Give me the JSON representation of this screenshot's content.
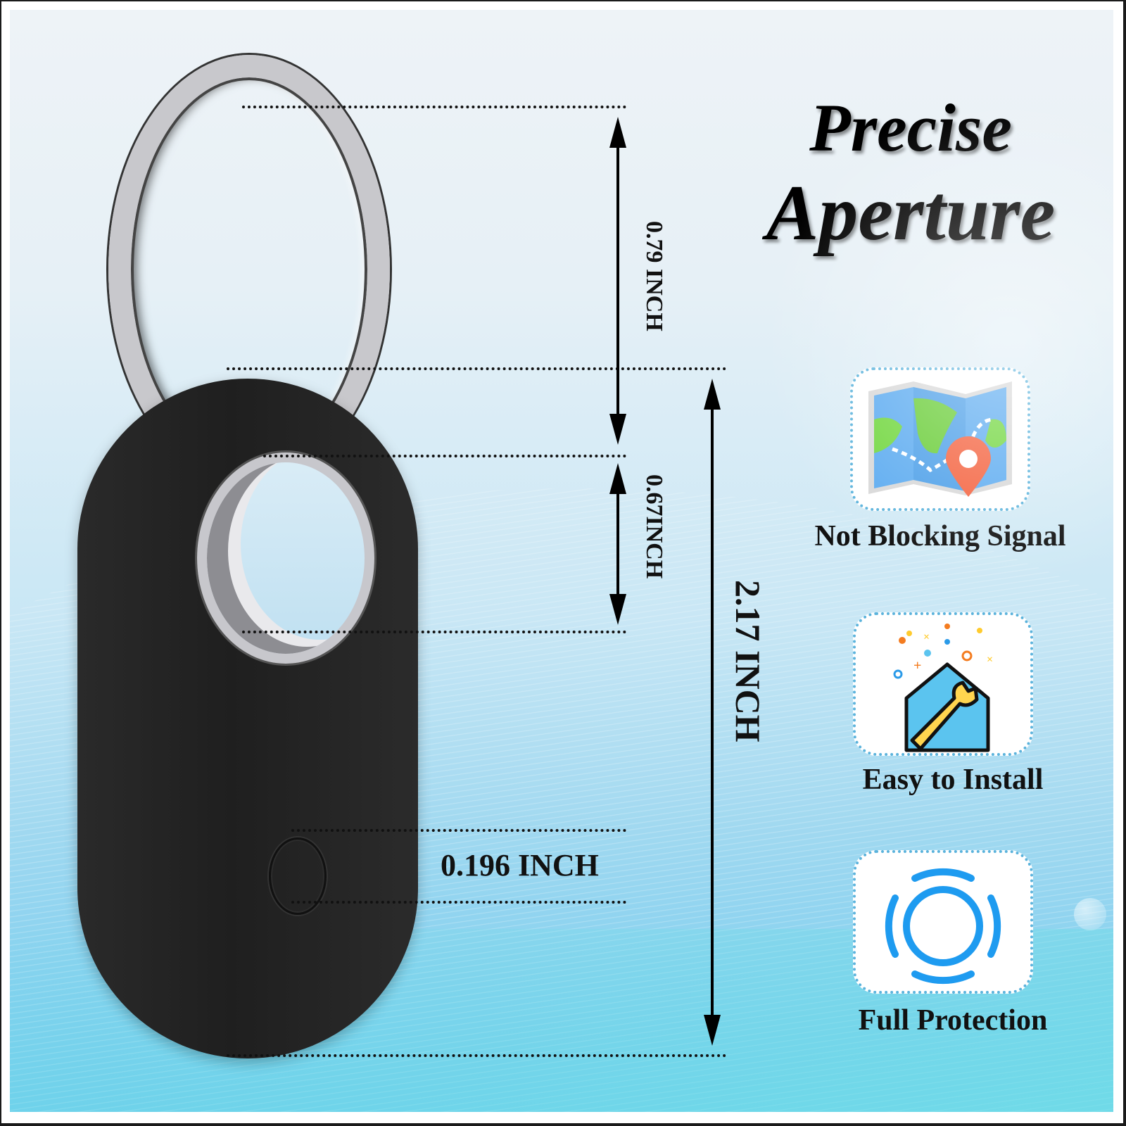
{
  "headline": {
    "line1": "Precise",
    "line2": "Aperture"
  },
  "dimensions": {
    "ring_opening": "0.79 INCH",
    "hole_diameter": "0.67INCH",
    "total_height": "2.17 INCH",
    "button_size": "0.196 INCH"
  },
  "features": [
    {
      "label": "Not Blocking Signal",
      "icon": "map-location-icon"
    },
    {
      "label": "Easy to Install",
      "icon": "house-wrench-icon"
    },
    {
      "label": "Full Protection",
      "icon": "protection-rings-icon"
    }
  ],
  "product": {
    "case_color": "#222222",
    "ring_color": "#c8c8cc"
  },
  "colors": {
    "background_top": "#eef3f7",
    "background_bottom": "#6fcbee",
    "card_border": "#5bb3dc",
    "protection_icon": "#1e9bf0",
    "pin_red": "#f4603c",
    "map_green": "#6fd63b",
    "map_blue": "#5aaaf0"
  }
}
